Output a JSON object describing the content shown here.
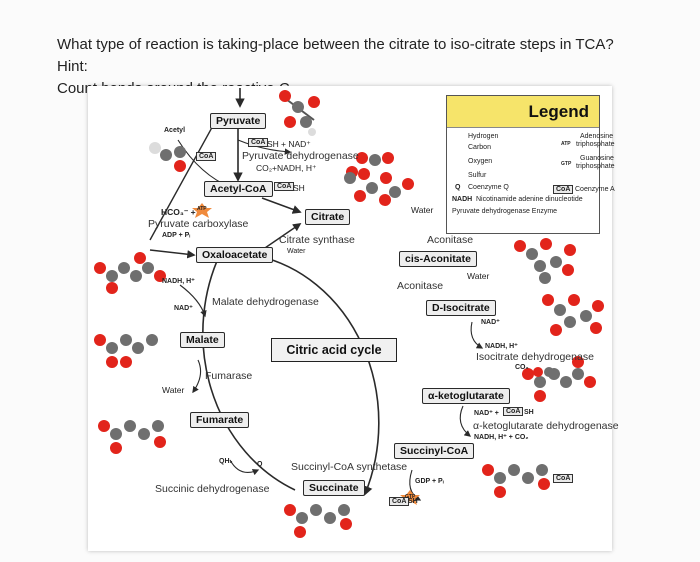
{
  "question": {
    "line1": "What type of reaction is taking-place between the citrate to iso-citrate steps in TCA? Hint:",
    "line2": "Count bonds around the reactive C."
  },
  "legend": {
    "title": "Legend",
    "hydrogen": "Hydrogen",
    "carbon": "Carbon",
    "oxygen": "Oxygen",
    "sulfur": "Sulfur",
    "coq_symbol": "Q",
    "coq_label": "Coenzyme Q",
    "nadh_symbol": "NADH",
    "nadh_label": "Nicotinamide adenine dinucleotide",
    "pdh_label": "Pyruvate dehydrogenase Enzyme",
    "atp_symbol": "ATP",
    "atp_label_1": "Adenosine",
    "atp_label_2": "triphosphate",
    "gtp_symbol": "GTP",
    "gtp_label_1": "Guanosine",
    "gtp_label_2": "triphosphate",
    "coa_symbol": "CoA",
    "coa_label": "Coenzyme A"
  },
  "boxes": {
    "pyruvate": "Pyruvate",
    "acetyl_coa": "Acetyl-CoA",
    "citrate": "Citrate",
    "oxaloacetate": "Oxaloacetate",
    "cis_aconitate": "cis-Aconitate",
    "d_isocitrate": "D-Isocitrate",
    "malate": "Malate",
    "fumarate": "Fumarate",
    "alpha_ketoglutarate": "α-ketoglutarate",
    "succinyl_coa": "Succinyl-CoA",
    "succinate": "Succinate",
    "cycle_title": "Citric acid cycle"
  },
  "labels": {
    "acetyl": "Acetyl",
    "coa": "CoA",
    "sh": "SH",
    "nad_plus_text": "+ NAD⁺",
    "pdh": "Pyruvate dehydrogenase",
    "co2_nadh": "CO₂+NADH, H⁺",
    "hco3": "HCO₃⁻ +",
    "atp": "ATP",
    "pyruvate_carboxylase": "Pyruvate carboxylase",
    "adp_pi": "ADP + Pᵢ",
    "citrate_synthase": "Citrate synthase",
    "water": "Water",
    "water_citrate": "Water",
    "aconitase_1": "Aconitase",
    "aconitase_2": "Aconitase",
    "water_cis": "Water",
    "nad_isocitrate": "NAD⁺",
    "nadh_isocitrate": "NADH, H⁺",
    "isocitrate_dh": "Isocitrate dehydrogenase",
    "co2_isocitrate": "CO₂",
    "nad_akg": "NAD⁺ +",
    "akg_dh": "α-ketoglutarate dehydrogenase",
    "nadh_co2_akg": "NADH, H⁺ + CO₂",
    "succinyl_coa_synthetase": "Succinyl-CoA synthetase",
    "gdp_pi": "GDP + Pᵢ",
    "gtp": "GTP",
    "succinic_dh": "Succinic dehydrogenase",
    "qh2": "QH₂",
    "q": "Q",
    "fumarase": "Fumarase",
    "water_fumarate": "Water",
    "malate_dh": "Malate dehydrogenase",
    "nadh_malate": "NADH, H⁺",
    "nad_malate": "NAD⁺"
  },
  "colors": {
    "oxygen": "#e2241b",
    "carbon": "#6f6f6f",
    "hydrogen": "#dcdcdc",
    "sulfur": "#e7e146",
    "legend_header": "#f6e46a",
    "atp_star": "#f08a3c",
    "arrow": "#2a2a2a"
  }
}
